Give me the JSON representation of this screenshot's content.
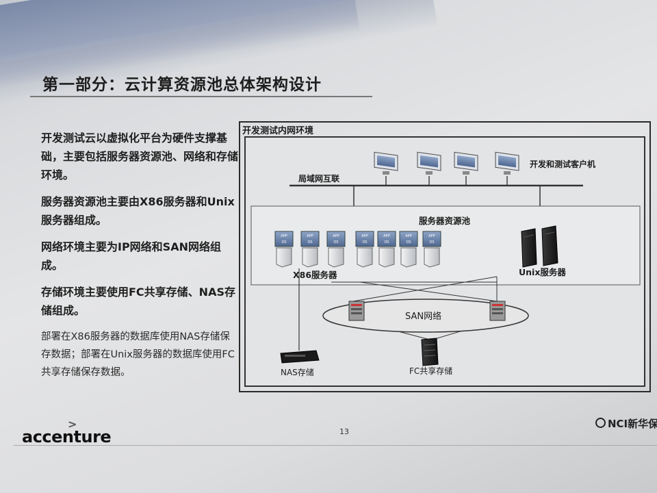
{
  "slide": {
    "title": "第一部分：云计算资源池总体架构设计",
    "bullets": [
      "开发测试云以虚拟化平台为硬件支撑基础，主要包括服务器资源池、网络和存储环境。",
      "服务器资源池主要由X86服务器和Unix服务器组成。",
      "网络环境主要为IP网络和SAN网络组成。",
      "存储环境主要使用FC共享存储、NAS存储组成。"
    ],
    "note": "部署在X86服务器的数据库使用NAS存储保存数据；部署在Unix服务器的数据库使用FC共享存储保存数据。",
    "page_number": "13",
    "logo_left": "accenture",
    "logo_right": "NCI新华保"
  },
  "diagram": {
    "env_title": "开发测试内网环境",
    "clients_label": "开发和测试客户机",
    "lan_label": "局域网互联",
    "pool_label": "服务器资源池",
    "x86_label": "X86服务器",
    "unix_label": "Unix服务器",
    "san_label": "SAN网络",
    "nas_label": "NAS存储",
    "fc_label": "FC共享存储",
    "vm_tag_top": "APP",
    "vm_tag_bottom": "OS"
  }
}
